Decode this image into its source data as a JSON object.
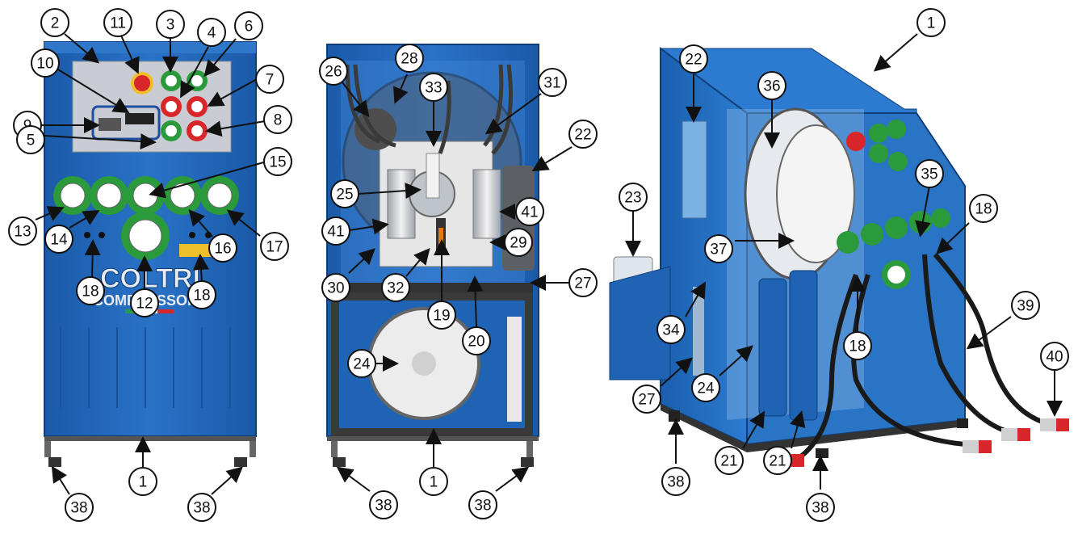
{
  "figure": {
    "front_view": {
      "brand_logo": "COLTRI",
      "brand_logo_sub": "COMPRESSORS"
    },
    "callouts": [
      {
        "id": "c-front-2",
        "label": "2"
      },
      {
        "id": "c-front-11",
        "label": "11"
      },
      {
        "id": "c-front-3",
        "label": "3"
      },
      {
        "id": "c-front-4",
        "label": "4"
      },
      {
        "id": "c-front-6",
        "label": "6"
      },
      {
        "id": "c-front-10",
        "label": "10"
      },
      {
        "id": "c-front-7",
        "label": "7"
      },
      {
        "id": "c-front-9",
        "label": "9"
      },
      {
        "id": "c-front-8",
        "label": "8"
      },
      {
        "id": "c-front-5",
        "label": "5"
      },
      {
        "id": "c-front-15",
        "label": "15"
      },
      {
        "id": "c-front-13",
        "label": "13"
      },
      {
        "id": "c-front-14",
        "label": "14"
      },
      {
        "id": "c-front-16",
        "label": "16"
      },
      {
        "id": "c-front-17",
        "label": "17"
      },
      {
        "id": "c-front-18a",
        "label": "18"
      },
      {
        "id": "c-front-12",
        "label": "12"
      },
      {
        "id": "c-front-18b",
        "label": "18"
      },
      {
        "id": "c-front-1",
        "label": "1"
      },
      {
        "id": "c-front-38a",
        "label": "38"
      },
      {
        "id": "c-front-38b",
        "label": "38"
      },
      {
        "id": "c-mid-26",
        "label": "26"
      },
      {
        "id": "c-mid-28",
        "label": "28"
      },
      {
        "id": "c-mid-33",
        "label": "33"
      },
      {
        "id": "c-mid-31",
        "label": "31"
      },
      {
        "id": "c-mid-22",
        "label": "22"
      },
      {
        "id": "c-mid-25",
        "label": "25"
      },
      {
        "id": "c-mid-41a",
        "label": "41"
      },
      {
        "id": "c-mid-41b",
        "label": "41"
      },
      {
        "id": "c-mid-29",
        "label": "29"
      },
      {
        "id": "c-mid-30",
        "label": "30"
      },
      {
        "id": "c-mid-32",
        "label": "32"
      },
      {
        "id": "c-mid-27",
        "label": "27"
      },
      {
        "id": "c-mid-19",
        "label": "19"
      },
      {
        "id": "c-mid-20",
        "label": "20"
      },
      {
        "id": "c-mid-24",
        "label": "24"
      },
      {
        "id": "c-mid-1",
        "label": "1"
      },
      {
        "id": "c-mid-38a",
        "label": "38"
      },
      {
        "id": "c-mid-38b",
        "label": "38"
      },
      {
        "id": "c-right-1",
        "label": "1"
      },
      {
        "id": "c-right-22",
        "label": "22"
      },
      {
        "id": "c-right-36",
        "label": "36"
      },
      {
        "id": "c-right-23",
        "label": "23"
      },
      {
        "id": "c-right-35",
        "label": "35"
      },
      {
        "id": "c-right-18a",
        "label": "18"
      },
      {
        "id": "c-right-37",
        "label": "37"
      },
      {
        "id": "c-right-39",
        "label": "39"
      },
      {
        "id": "c-right-34",
        "label": "34"
      },
      {
        "id": "c-right-18b",
        "label": "18"
      },
      {
        "id": "c-right-40",
        "label": "40"
      },
      {
        "id": "c-right-27",
        "label": "27"
      },
      {
        "id": "c-right-24",
        "label": "24"
      },
      {
        "id": "c-right-21a",
        "label": "21"
      },
      {
        "id": "c-right-21b",
        "label": "21"
      },
      {
        "id": "c-right-38a",
        "label": "38"
      },
      {
        "id": "c-right-38b",
        "label": "38"
      }
    ],
    "colors": {
      "cabinet_blue": "#1f63b4",
      "cabinet_dark": "#164d8f",
      "cabinet_light": "#3d86d6",
      "gauge_green": "#2a9a3a",
      "gauge_red": "#d9262b",
      "panel_grey": "#c9ccd2",
      "metal": "#d8d8d8",
      "leader": "#111111"
    }
  }
}
